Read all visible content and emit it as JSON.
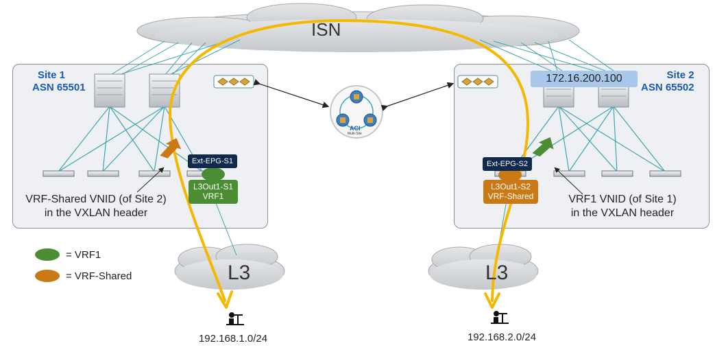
{
  "isn": {
    "label": "ISN"
  },
  "site1": {
    "name": "Site 1",
    "asn": "ASN 65501",
    "ext_epg": "Ext-EPG-S1",
    "l3out_name": "L3Out1-S1",
    "l3out_vrf": "VRF1",
    "vnid_line1": "VRF-Shared VNID (of Site 2)",
    "vnid_line2": "in the VXLAN header"
  },
  "site2": {
    "name": "Site 2",
    "asn": "ASN 65502",
    "ip": "172.16.200.100",
    "ext_epg": "Ext-EPG-S2",
    "l3out_name": "L3Out1-S2",
    "l3out_vrf": "VRF-Shared",
    "vnid_line1": "VRF1 VNID (of Site 1)",
    "vnid_line2": "in the VXLAN header"
  },
  "aci": {
    "label": "ACI",
    "sublabel": "Multi-Site"
  },
  "legend": {
    "vrf1": "= VRF1",
    "vrf_shared": "= VRF-Shared"
  },
  "clouds": {
    "left": "L3",
    "right": "L3"
  },
  "subnets": {
    "left": "192.168.1.0/24",
    "right": "192.168.2.0/24"
  },
  "colors": {
    "vrf1": "#4a8d32",
    "vrf_shared": "#c97a16",
    "path": "#f5b800",
    "link": "#3aa6ad",
    "site_title": "#1a5ab3"
  },
  "icons": [
    "spine-switch-icon",
    "leaf-switch-icon",
    "apic-controller-icon",
    "aci-multisite-orchestrator-icon",
    "endpoint-user-icon",
    "cloud-icon",
    "arrow-icon"
  ]
}
